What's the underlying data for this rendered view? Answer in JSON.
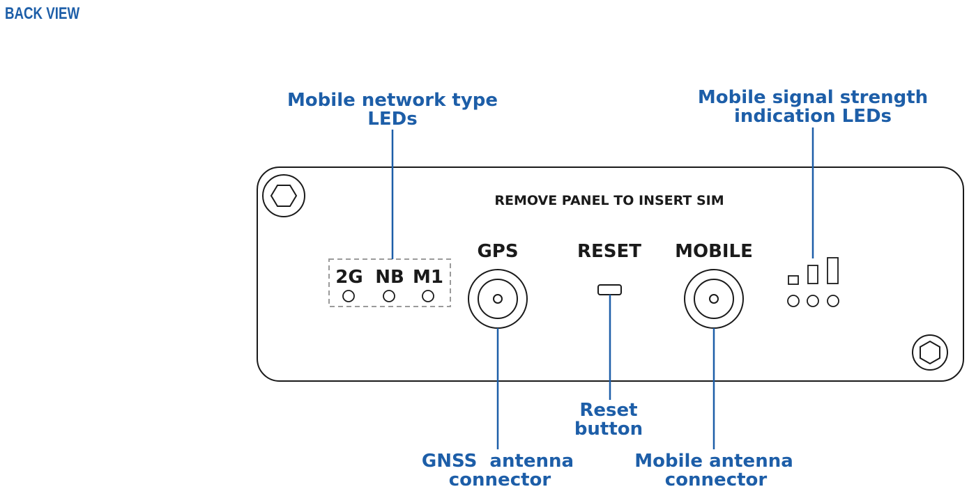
{
  "header": {
    "title": "BACK VIEW"
  },
  "panel": {
    "notice": "REMOVE PANEL TO INSERT SIM",
    "gps_label": "GPS",
    "reset_label": "RESET",
    "mobile_label": "MOBILE",
    "network_leds": [
      "2G",
      "NB",
      "M1"
    ]
  },
  "callouts": {
    "network_type_line1": "Mobile network type",
    "network_type_line2": "LEDs",
    "signal_strength_line1": "Mobile signal strength",
    "signal_strength_line2": "indication LEDs",
    "reset_line1": "Reset",
    "reset_line2": "button",
    "gnss_line1": "GNSS  antenna",
    "gnss_line2": "connector",
    "mobile_antenna_line1": "Mobile antenna",
    "mobile_antenna_line2": "connector"
  },
  "colors": {
    "accent": "#1d5ea8",
    "outline": "#1a1a1a",
    "dashed": "#9a9a9a"
  }
}
